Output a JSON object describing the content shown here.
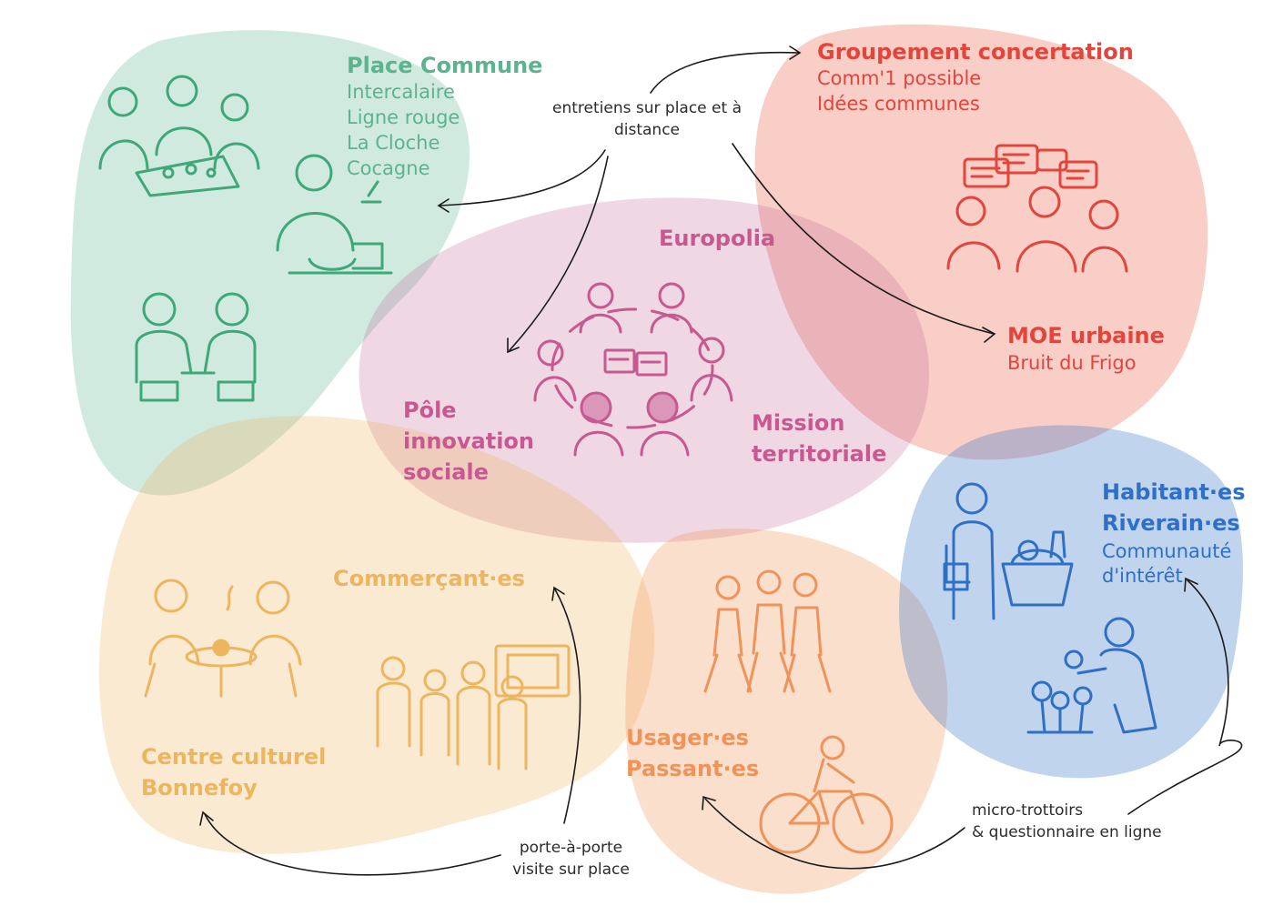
{
  "groups": {
    "green": {
      "color": "#5bb48e",
      "title": "Place Commune",
      "items": [
        "Intercalaire",
        "Ligne rouge",
        "La Cloche",
        "Cocagne"
      ]
    },
    "red": {
      "color": "#e2453c",
      "title": "Groupement concertation",
      "items": [
        "Comm'1 possible",
        "Idées communes"
      ],
      "moe_title": "MOE urbaine",
      "moe_sub": "Bruit du Frigo"
    },
    "pink": {
      "color": "#c85890",
      "title": "Europolia",
      "pole_lines": [
        "Pôle",
        "innovation",
        "sociale"
      ],
      "mission_lines": [
        "Mission",
        "territoriale"
      ]
    },
    "yellow": {
      "color": "#eeb55f",
      "commercants": "Commerçant·es",
      "centre_lines": [
        "Centre culturel",
        "Bonnefoy"
      ]
    },
    "orange": {
      "color": "#f0935a",
      "usager_lines": [
        "Usager·es",
        "Passant·es"
      ]
    },
    "blue": {
      "color": "#2f6fc6",
      "title_lines": [
        "Habitant·es",
        "Riverain·es"
      ],
      "items": [
        "Communauté",
        "d'intérêt"
      ]
    }
  },
  "annotations": {
    "entretiens": [
      "entretiens sur place et à",
      "distance"
    ],
    "porte": [
      "porte-à-porte",
      "visite sur place"
    ],
    "micro": [
      "micro-trottoirs",
      "& questionnaire en ligne"
    ]
  },
  "icons": [
    "people-at-table-icon",
    "cooking-person-icon",
    "handshake-icon",
    "discussion-speech-bubbles-icon",
    "round-table-meeting-icon",
    "cafe-table-icon",
    "gallery-visitors-icon",
    "walking-group-icon",
    "cyclist-icon",
    "shopper-basket-icon",
    "gardener-flowers-icon"
  ]
}
